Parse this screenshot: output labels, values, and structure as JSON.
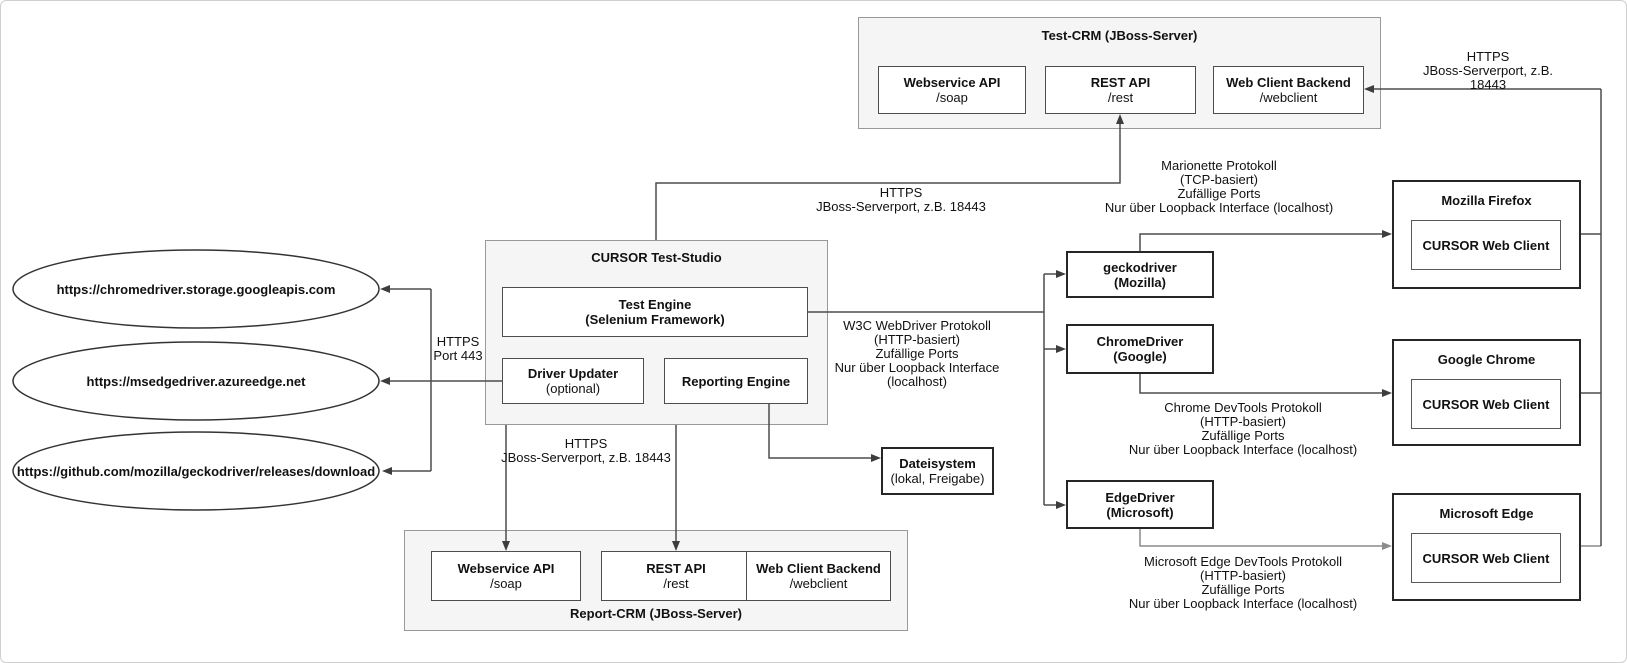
{
  "test_crm": {
    "title": "Test-CRM (JBoss-Server)",
    "boxes": [
      {
        "title": "Webservice API",
        "sub": "/soap"
      },
      {
        "title": "REST API",
        "sub": "/rest"
      },
      {
        "title": "Web Client Backend",
        "sub": "/webclient"
      }
    ]
  },
  "test_studio": {
    "title": "CURSOR Test-Studio",
    "test_engine": {
      "title": "Test Engine",
      "sub": "(Selenium Framework)"
    },
    "driver_updater": {
      "title": "Driver Updater",
      "sub": "(optional)"
    },
    "reporting_engine": {
      "title": "Reporting Engine"
    }
  },
  "report_crm": {
    "title": "Report-CRM (JBoss-Server)",
    "boxes": [
      {
        "title": "Webservice API",
        "sub": "/soap"
      },
      {
        "title": "REST API",
        "sub": "/rest"
      },
      {
        "title": "Web Client Backend",
        "sub": "/webclient"
      }
    ]
  },
  "dateisystem": {
    "title": "Dateisystem",
    "sub": "(lokal, Freigabe)"
  },
  "drivers": [
    {
      "title": "geckodriver",
      "sub": "(Mozilla)"
    },
    {
      "title": "ChromeDriver",
      "sub": "(Google)"
    },
    {
      "title": "EdgeDriver",
      "sub": "(Microsoft)"
    }
  ],
  "browsers": [
    {
      "title": "Mozilla Firefox",
      "client": "CURSOR Web Client"
    },
    {
      "title": "Google Chrome",
      "client": "CURSOR Web Client"
    },
    {
      "title": "Microsoft Edge",
      "client": "CURSOR Web Client"
    }
  ],
  "download_urls": [
    "https://chromedriver.storage.googleapis.com",
    "https://msedgedriver.azureedge.net",
    "https://github.com/mozilla/geckodriver/releases/download"
  ],
  "labels": {
    "https_jboss_top": "HTTPS\nJBoss-Serverport, z.B. 18443",
    "https_jboss_mid": "HTTPS\nJBoss-Serverport, z.B. 18443",
    "https_jboss_bottom": "HTTPS\nJBoss-Serverport, z.B. 18443",
    "https_port443": "HTTPS\nPort 443",
    "marionette": "Marionette Protokoll\n(TCP-basiert)\nZufällige Ports\nNur über Loopback Interface (localhost)",
    "w3c_webdriver": "W3C WebDriver Protokoll\n(HTTP-basiert)\nZufällige Ports\nNur über Loopback Interface\n(localhost)",
    "chrome_devtools": "Chrome DevTools Protokoll\n(HTTP-basiert)\nZufällige Ports\nNur über Loopback Interface (localhost)",
    "edge_devtools": "Microsoft Edge DevTools Protokoll\n(HTTP-basiert)\nZufällige Ports\nNur über Loopback Interface (localhost)"
  },
  "colors": {
    "line": "#4d4d4d",
    "line_gray": "#8c8c8c",
    "group_bg": "#f5f5f5",
    "group_border": "#999999"
  }
}
